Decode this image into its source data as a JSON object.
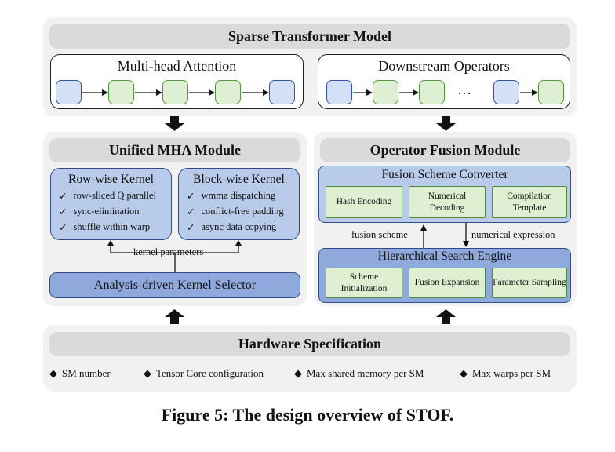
{
  "top": {
    "title": "Sparse Transformer Model",
    "mha_title": "Multi-head Attention",
    "downstream_title": "Downstream Operators",
    "ellipsis": "…"
  },
  "left": {
    "title": "Unified MHA Module",
    "row_kernel": {
      "title": "Row-wise Kernel",
      "items": [
        "row-sliced Q parallel",
        "sync-elimination",
        "shuffle within warp"
      ]
    },
    "block_kernel": {
      "title": "Block-wise Kernel",
      "items": [
        "wmma dispatching",
        "conflict-free padding",
        "async data copying"
      ]
    },
    "kernel_params_label": "kernel parameters",
    "selector": "Analysis-driven Kernel Selector",
    "check": "✓"
  },
  "right": {
    "title": "Operator Fusion Module",
    "converter": {
      "title": "Fusion Scheme Converter",
      "cells": [
        "Hash Encoding",
        "Numerical Decoding",
        "Compilation Template"
      ]
    },
    "fusion_scheme_label": "fusion scheme",
    "numerical_expression_label": "numerical expression",
    "engine": {
      "title": "Hierarchical Search Engine",
      "cells": [
        "Scheme Initialization",
        "Fusion Expansion",
        "Parameter Sampling"
      ]
    }
  },
  "hardware": {
    "title": "Hardware Specification",
    "bullet": "◆",
    "items": [
      "SM number",
      "Tensor Core configuration",
      "Max shared memory per SM",
      "Max warps per SM"
    ]
  },
  "caption": "Figure 5: The design overview of STOF.",
  "colors": {
    "panel_gray": "#f1f1f1",
    "bar_gray": "#dadada",
    "kernel_blue": "#b8cbea",
    "selector_blue": "#8fa9dd",
    "cell_green": "#dff0d2",
    "square_blue": "#d4e0f6",
    "square_green": "#dfefd3"
  }
}
